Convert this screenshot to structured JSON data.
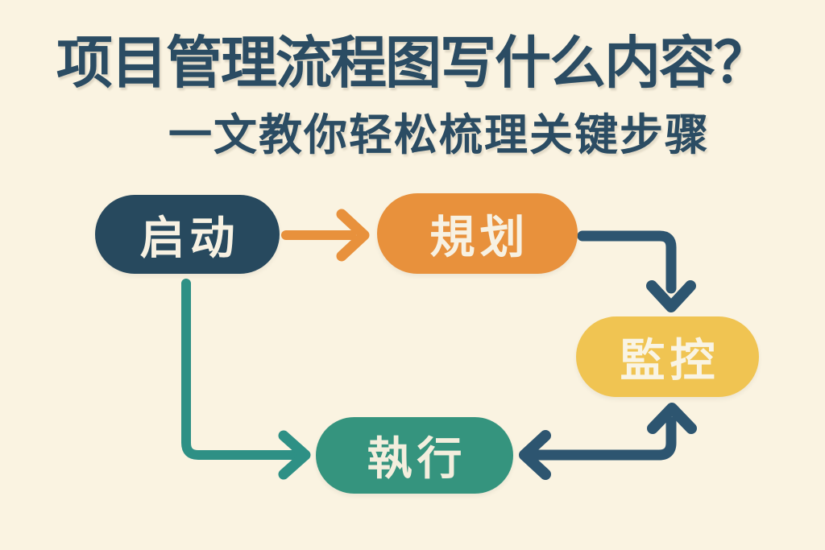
{
  "page": {
    "background_color": "#FAF3E1"
  },
  "header": {
    "title": "项目管理流程图写什么内容？",
    "subtitle": "一文教你轻松梳理关键步骤",
    "text_color": "#2B4C63"
  },
  "flowchart": {
    "nodes": [
      {
        "id": "initiate",
        "label": "启动",
        "fill": "#27495E",
        "text_color": "#F7F1E2"
      },
      {
        "id": "plan",
        "label": "規划",
        "fill": "#E8913C",
        "text_color": "#F7F1E2"
      },
      {
        "id": "monitor",
        "label": "監控",
        "fill": "#F0C452",
        "text_color": "#F9F4E4"
      },
      {
        "id": "execute",
        "label": "執行",
        "fill": "#35947E",
        "text_color": "#F3EEDD"
      }
    ],
    "connections": [
      {
        "from": "启动",
        "to": "規划",
        "color": "#E8913C",
        "arrowheads": "single",
        "shape": "straight-right"
      },
      {
        "from": "規划",
        "to": "監控",
        "color": "#2D5570",
        "arrowheads": "single",
        "shape": "elbow-right-down"
      },
      {
        "from": "启动",
        "to": "執行",
        "color": "#2E9085",
        "arrowheads": "single",
        "shape": "elbow-down-right"
      },
      {
        "from": "監控",
        "to": "執行",
        "color": "#2D5570",
        "arrowheads": "double",
        "shape": "elbow-left-up"
      }
    ]
  }
}
